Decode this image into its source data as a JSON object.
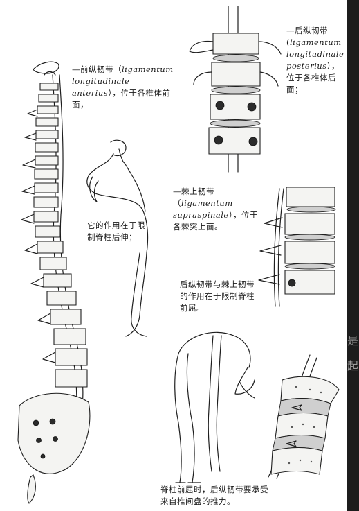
{
  "captions": {
    "anterior": {
      "zh": "前纵韧带（",
      "latin": "ligamentum longitudinale anterius",
      "tail": "），位于各椎体前面，"
    },
    "posterior": {
      "zh": "后纵韧带",
      "latin": "ligamentum longitudinale posterius",
      "tail": "），位于各椎体后面；"
    },
    "supraspinal": {
      "zh": "棘上韧带（",
      "latin": "ligamentum supraspinale",
      "tail": "），位于各棘突上面。"
    },
    "extension": "它的作用在于限制脊柱后伸；",
    "flexion": "后纵韧带与棘上韧带的作用在于限制脊柱前屈。",
    "disc_push": "脊柱前屈时，后纵韧带要承受来自椎间盘的推力。"
  },
  "edge_glyphs": [
    "是",
    "起"
  ]
}
